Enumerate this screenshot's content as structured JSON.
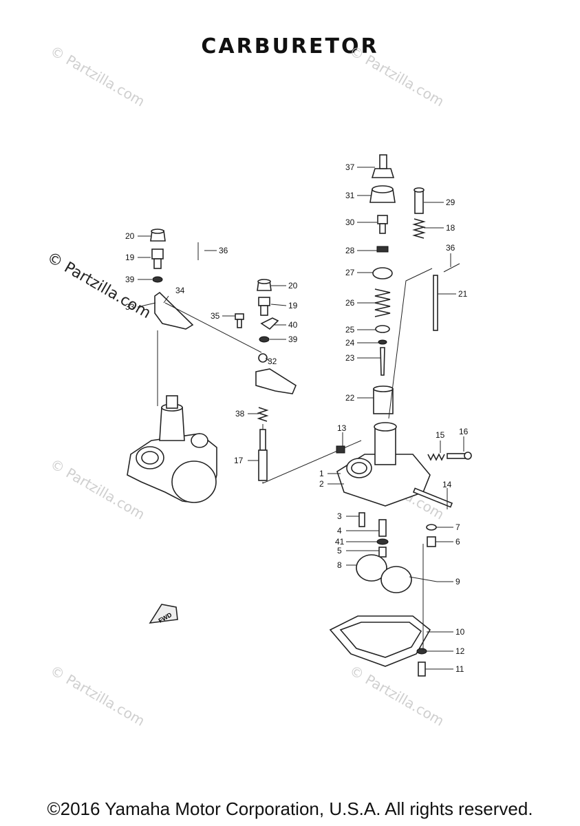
{
  "title": "CARBURETOR",
  "footer": "©2016 Yamaha Motor Corporation, U.S.A. All rights reserved.",
  "watermark": "© Partzilla.com",
  "fwd_label": "FWD",
  "callouts": [
    "1",
    "2",
    "3",
    "4",
    "5",
    "6",
    "7",
    "8",
    "9",
    "10",
    "11",
    "12",
    "13",
    "14",
    "15",
    "16",
    "17",
    "18",
    "19",
    "19",
    "20",
    "20",
    "21",
    "22",
    "23",
    "24",
    "25",
    "26",
    "27",
    "28",
    "29",
    "30",
    "31",
    "32",
    "33",
    "34",
    "35",
    "36",
    "36",
    "37",
    "38",
    "39",
    "39",
    "40",
    "41"
  ]
}
